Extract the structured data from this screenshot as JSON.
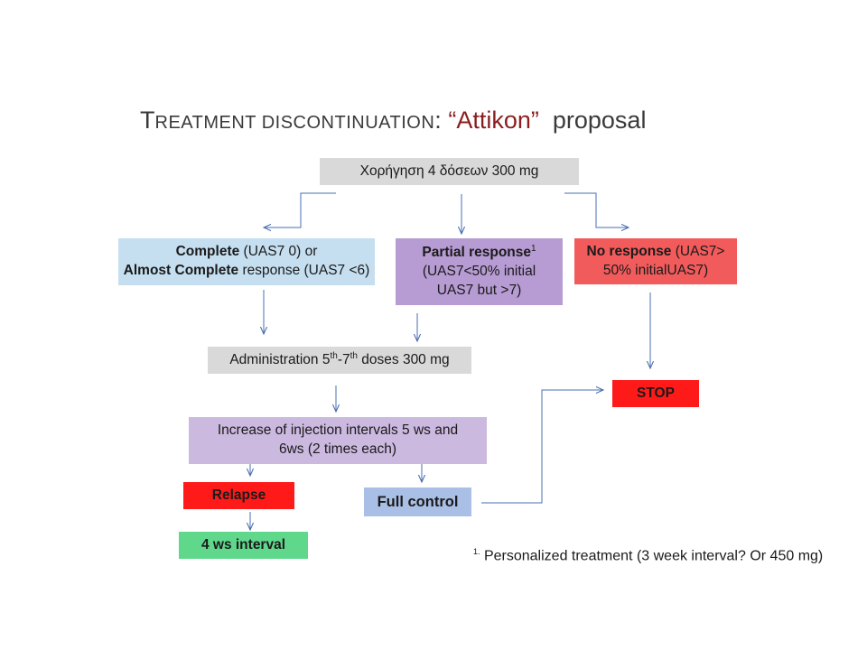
{
  "title": {
    "part1_first": "T",
    "part1_rest": "REATMENT DISCONTINUATION",
    "colon": ":",
    "quoted": "“Attikon”",
    "part2": "proposal"
  },
  "nodes": {
    "top": {
      "text": "Χορήγηση 4 δόσεων 300 mg"
    },
    "complete": {
      "bold1": "Complete",
      "text1": " (UAS7 0) or",
      "bold2": "Almost Complete",
      "text2": " response (UAS7 <6)"
    },
    "partial": {
      "bold": "Partial response",
      "sup": "1",
      "line2": "(UAS7<50% initial",
      "line3": "UAS7 but >7)"
    },
    "no_response": {
      "bold": "No response",
      "text1": " (UAS7>",
      "line2": "50% initialUAS7)"
    },
    "admin": {
      "text1": "Administration 5",
      "sup1": "th",
      "dash": "-7",
      "sup2": "th",
      "text2": " doses 300 mg"
    },
    "stop": {
      "text": "STOP"
    },
    "increase": {
      "line1": "Increase of injection intervals 5 ws and",
      "line2": "6ws (2 times each)"
    },
    "relapse": {
      "text": "Relapse"
    },
    "full_control": {
      "text": "Full control"
    },
    "interval": {
      "text": "4 ws interval"
    }
  },
  "footnote": {
    "marker": "1.",
    "text": " Personalized treatment (3 week interval? Or 450 mg)"
  },
  "colors": {
    "arrow": "#4a6fb0",
    "title_accent": "#8b1e1e"
  }
}
